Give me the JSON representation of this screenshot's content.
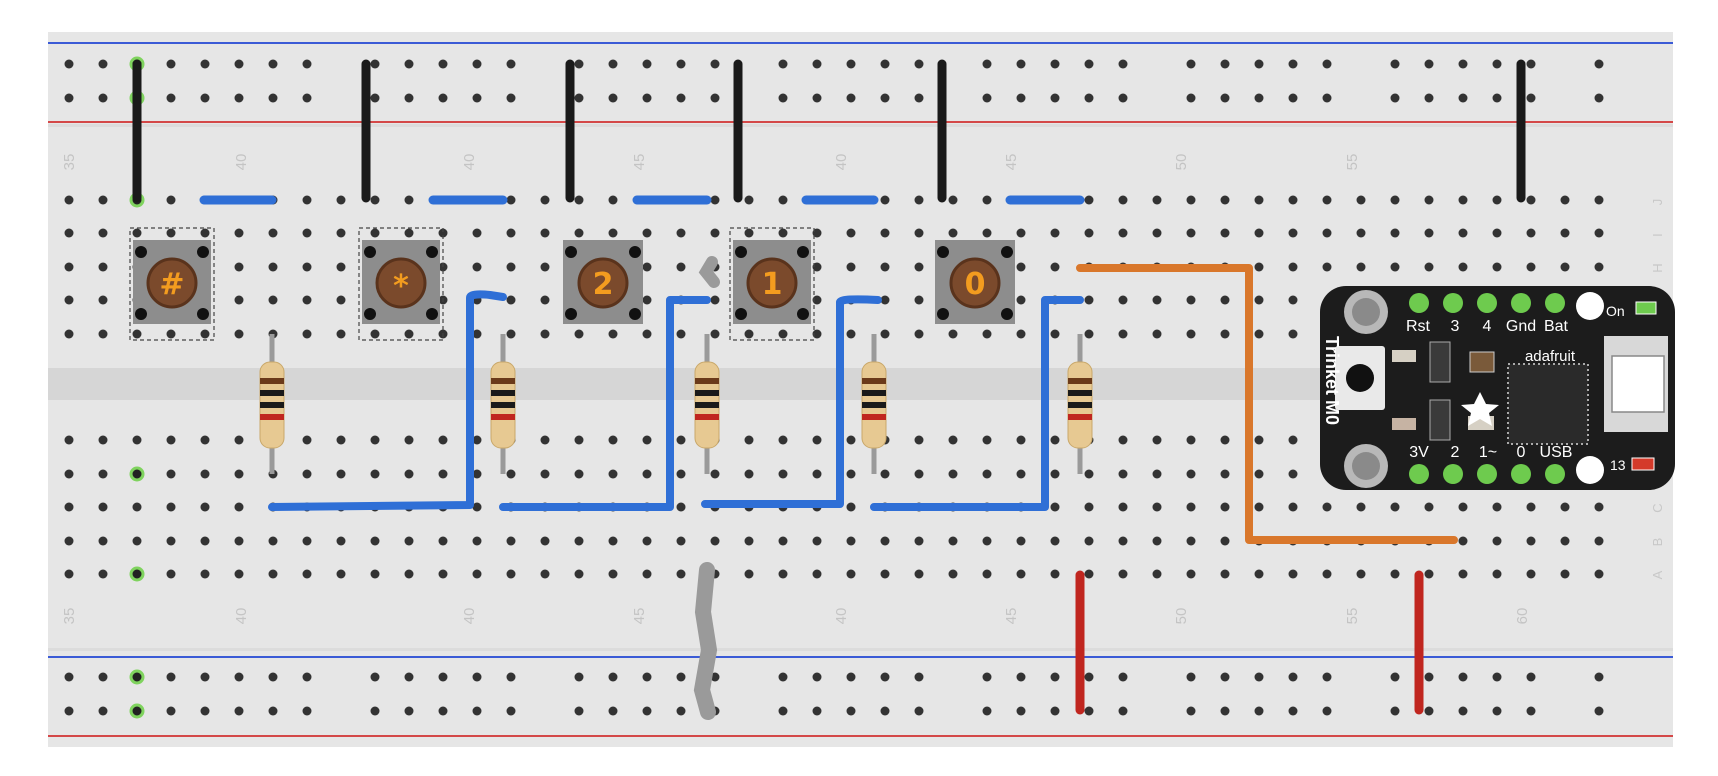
{
  "column_numbers_top": [
    "35",
    "40",
    "40",
    "45",
    "40",
    "45",
    "50",
    "55"
  ],
  "column_numbers_bottom": [
    "35",
    "40",
    "40",
    "45",
    "40",
    "45",
    "50",
    "55",
    "60"
  ],
  "row_letters_top": [
    "J",
    "I",
    "H"
  ],
  "row_letters_bottom": [
    "C",
    "B",
    "A"
  ],
  "buttons": [
    {
      "label": "#",
      "symbol": "hash"
    },
    {
      "label": "*",
      "symbol": "asterisk"
    },
    {
      "label": "2",
      "symbol": "two"
    },
    {
      "label": "1",
      "symbol": "one"
    },
    {
      "label": "0",
      "symbol": "zero"
    }
  ],
  "microcontroller": {
    "name": "Trinket M0",
    "brand": "adafruit",
    "top_pins": [
      "Rst",
      "3",
      "4",
      "Gnd",
      "Bat"
    ],
    "bottom_pins": [
      "3V",
      "2",
      "1~",
      "0",
      "USB"
    ],
    "power_led_label": "On",
    "pin13_led_label": "13"
  },
  "colors": {
    "board": "#e6e6e6",
    "gutter": "#d6d6d6",
    "rail_blue": "#3b5bd6",
    "rail_red": "#d44848",
    "jumper_black": "#1a1a1a",
    "jumper_blue": "#2f6fd6",
    "jumper_red": "#c0261f",
    "jumper_orange": "#d9772b",
    "button_face": "#8d8d8d",
    "button_cap": "#7b4a2c",
    "button_label": "#f39c1f",
    "pcb": "#1c1c1c"
  }
}
